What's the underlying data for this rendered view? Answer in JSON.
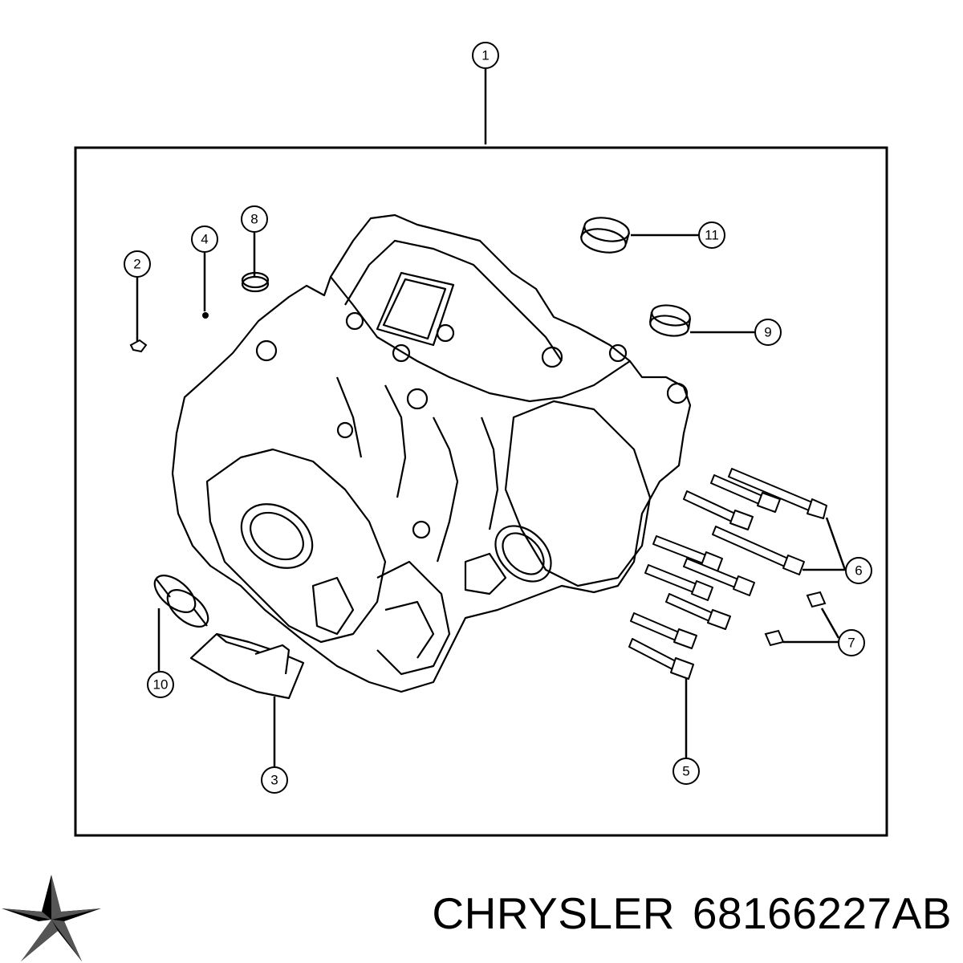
{
  "diagram": {
    "callouts": [
      {
        "id": "1",
        "label": "1"
      },
      {
        "id": "2",
        "label": "2"
      },
      {
        "id": "3",
        "label": "3"
      },
      {
        "id": "4",
        "label": "4"
      },
      {
        "id": "5",
        "label": "5"
      },
      {
        "id": "6",
        "label": "6"
      },
      {
        "id": "7",
        "label": "7"
      },
      {
        "id": "8",
        "label": "8"
      },
      {
        "id": "9",
        "label": "9"
      },
      {
        "id": "10",
        "label": "10"
      },
      {
        "id": "11",
        "label": "11"
      }
    ]
  },
  "footer": {
    "brand": "CHRYSLER",
    "part_number": "68166227AB",
    "logo_icon": "pentastar-icon"
  }
}
